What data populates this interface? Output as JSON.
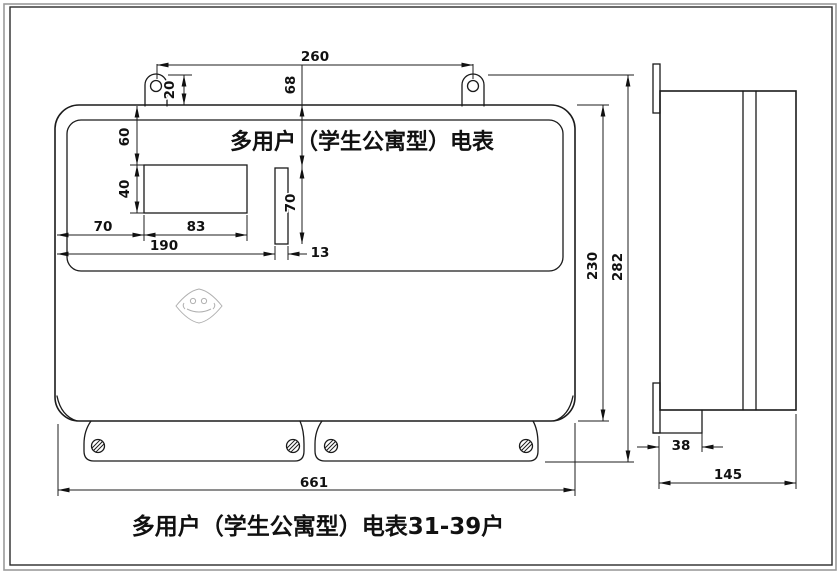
{
  "drawing": {
    "panel_title": "多用户（学生公寓型）电表",
    "caption": "多用户（学生公寓型）电表31-39户",
    "dims": {
      "ears_spacing": "260",
      "ear_height": "20",
      "slot_top_offset": "68",
      "window_top_offset": "60",
      "window_height": "40",
      "left_margin": "70",
      "window_width": "83",
      "slot_left_offset": "190",
      "slot_width": "13",
      "slot_height": "70",
      "body_height": "230",
      "overall_height": "282",
      "overall_width": "661",
      "step_depth": "38",
      "overall_depth": "145"
    },
    "colors": {
      "line": "#1b1b1b",
      "background": "#ffffff",
      "logo": "#b0b0b0"
    }
  }
}
